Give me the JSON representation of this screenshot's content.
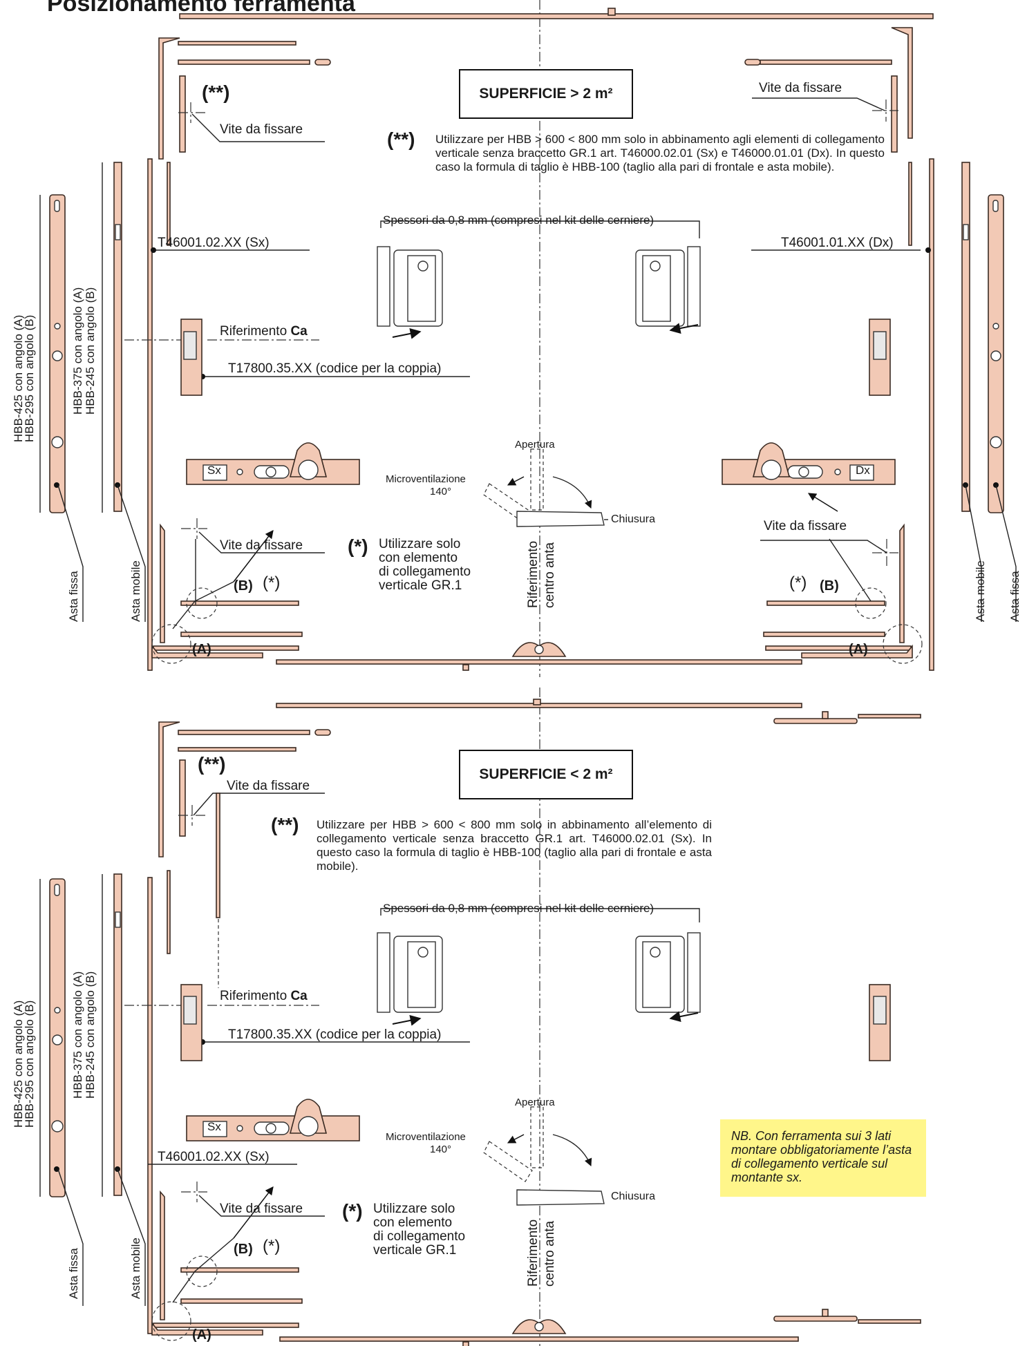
{
  "title": "Posizionamento ferramenta",
  "colors": {
    "part_fill": "#f2c9b5",
    "part_stroke": "#3a2a22",
    "line": "#222222",
    "note_bg": "#fff68a"
  },
  "top": {
    "surface_label": "SUPERFICIE > 2 m²",
    "dstar_symbol": "(**)",
    "dstar_note": "Utilizzare per HBB > 600 < 800 mm solo in abbinamento agli elementi di collegamento verticale senza braccetto GR.1 art. T46000.02.01 (Sx) e T46000.01.01 (Dx). In questo caso la formula di taglio è HBB-100 (taglio alla pari di frontale e asta mobile).",
    "screw_tl": "Vite da fissare",
    "screw_tr": "Vite da fissare",
    "screw_bl": "Vite da fissare",
    "screw_br": "Vite da fissare",
    "code_left": "T46001.02.XX (Sx)",
    "code_right": "T46001.01.XX (Dx)",
    "shims": "Spessori da 0,8 mm (compresi nel kit delle cerniere)",
    "ref_ca": "Riferimento",
    "ref_ca_bold": "Ca",
    "pair_code": "T17800.35.XX (codice per la coppia)",
    "opening": "Apertura",
    "microvent": "Microventilazione",
    "microvent_deg": "140°",
    "closing": "Chiusura",
    "center_ref_1": "Riferimento",
    "center_ref_2": "centro anta",
    "star_symbol": "(*)",
    "star_note_1": "Utilizzare solo",
    "star_note_2": "con elemento",
    "star_note_3": "di collegamento",
    "star_note_4": "verticale GR.1",
    "label_sx": "Sx",
    "label_dx": "Dx",
    "label_a": "(A)",
    "label_b": "(B)",
    "label_star": "(*)",
    "asta_fissa": "Asta fissa",
    "asta_mobile": "Asta mobile",
    "dim_fixed_a": "HBB-425 con angolo (A)",
    "dim_fixed_b": "HBB-295 con angolo (B)",
    "dim_mobile_a": "HBB-375 con angolo (A)",
    "dim_mobile_b": "HBB-245 con angolo (B)"
  },
  "bottom": {
    "surface_label": "SUPERFICIE < 2 m²",
    "dstar_symbol": "(**)",
    "dstar_note": "Utilizzare per HBB > 600 < 800 mm solo in abbinamento all’elemento di collegamento verticale senza braccetto GR.1 art. T46000.02.01 (Sx). In questo caso la formula di taglio è HBB-100 (taglio alla pari di frontale e asta mobile).",
    "screw_tl": "Vite da fissare",
    "screw_bl": "Vite da fissare",
    "code_left": "T46001.02.XX (Sx)",
    "shims": "Spessori da 0,8 mm (compresi nel kit delle cerniere)",
    "ref_ca": "Riferimento",
    "ref_ca_bold": "Ca",
    "pair_code": "T17800.35.XX (codice per la coppia)",
    "opening": "Apertura",
    "microvent": "Microventilazione",
    "microvent_deg": "140°",
    "closing": "Chiusura",
    "center_ref_1": "Riferimento",
    "center_ref_2": "centro anta",
    "star_symbol": "(*)",
    "star_note_1": "Utilizzare solo",
    "star_note_2": "con elemento",
    "star_note_3": "di collegamento",
    "star_note_4": "verticale GR.1",
    "label_sx": "Sx",
    "label_a": "(A)",
    "label_b": "(B)",
    "label_star": "(*)",
    "asta_fissa": "Asta fissa",
    "asta_mobile": "Asta mobile",
    "dim_fixed_a": "HBB-425 con angolo (A)",
    "dim_fixed_b": "HBB-295 con angolo (B)",
    "dim_mobile_a": "HBB-375 con angolo (A)",
    "dim_mobile_b": "HBB-245 con angolo (B)",
    "nb_note": "NB. Con ferramenta sui 3 lati montare obbligatoriamente l’asta di collegamento verticale sul montante sx."
  }
}
